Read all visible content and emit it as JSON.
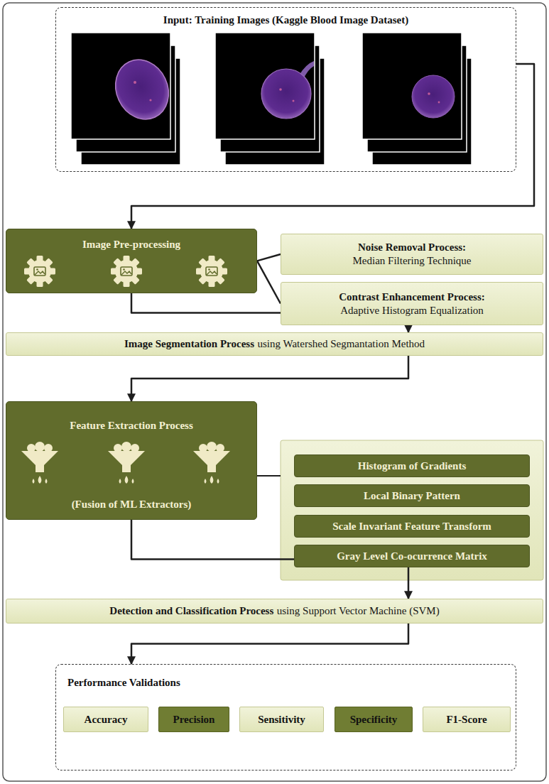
{
  "diagram": {
    "nodes": [
      {
        "text": [
          "Input: Training Images (Kaggle Blood Image Dataset)"
        ]
      },
      {
        "text": [
          "Image Pre-processing"
        ]
      },
      {
        "text": [
          "Noise Removal Process:",
          "Median Filtering Technique"
        ]
      },
      {
        "text": [
          "Contrast Enhancement Process:",
          "Adaptive Histogram Equalization"
        ]
      },
      {
        "text": [
          "Image Segmentation Process",
          "using Watershed Segmantation Method"
        ]
      },
      {
        "text": [
          "Feature Extraction Process",
          "(Fusion of ML Extractors)"
        ]
      },
      {
        "text": [
          "Histogram of Gradients"
        ]
      },
      {
        "text": [
          "Local Binary Pattern"
        ]
      },
      {
        "text": [
          "Scale Invariant Feature Transform"
        ]
      },
      {
        "text": [
          "Gray Level Co-ocurrence Matrix"
        ]
      },
      {
        "text": [
          "Detection and Classification Process",
          "using Support Vector Machine (SVM)"
        ]
      },
      {
        "text": [
          "Performance Validations"
        ]
      },
      {
        "text": [
          "Accuracy"
        ],
        "in": 11
      },
      {
        "text": [
          "Precision"
        ],
        "in": 11
      },
      {
        "text": [
          "Sensitivity"
        ],
        "in": 11
      },
      {
        "text": [
          "Specificity"
        ],
        "in": 11
      },
      {
        "text": [
          "F1-Score"
        ],
        "in": 11
      }
    ],
    "edges": [
      {
        "from": 0,
        "to": 1,
        "arrow": "to"
      },
      {
        "from": 1,
        "to": 2,
        "arrow": "none"
      },
      {
        "from": 1,
        "to": 3,
        "arrow": "none"
      },
      {
        "from": 1,
        "to": 4,
        "arrow": "to"
      },
      {
        "from": 4,
        "to": 5,
        "arrow": "to"
      },
      {
        "from": 5,
        "to": 10,
        "arrow": "to"
      },
      {
        "from": 10,
        "to": 11,
        "arrow": "to"
      }
    ]
  }
}
